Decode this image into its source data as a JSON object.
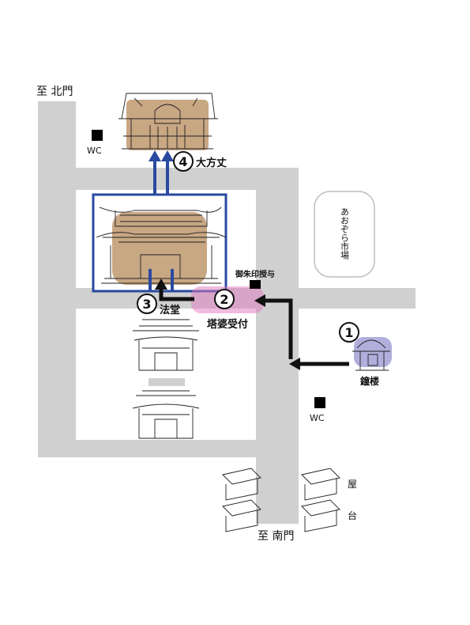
{
  "labels": {
    "north_gate": "至 北門",
    "south_gate": "至 南門",
    "wc_north": "WC",
    "wc_south": "WC",
    "daihojo": "大方丈",
    "hatto": "法堂",
    "reception": "塔婆受付",
    "goshuin": "御朱印授与",
    "shoro": "鐘楼",
    "aozora": "あおぞら市場",
    "yatai_1": "屋",
    "yatai_2": "台"
  },
  "steps": {
    "s1": "1",
    "s2": "2",
    "s3": "3",
    "s4": "4"
  },
  "colors": {
    "road": "#d0d0d0",
    "route_black": "#111111",
    "route_blue": "#2a4aa0",
    "highlight_brown": "#b5895a",
    "highlight_pink": "#e07ac0",
    "highlight_purple": "#7f78c4",
    "market_border": "#bdbdbd"
  },
  "icons": {
    "wc": "restroom-square-icon",
    "step_marker": "circled-number-icon",
    "route": "arrow-icon"
  }
}
